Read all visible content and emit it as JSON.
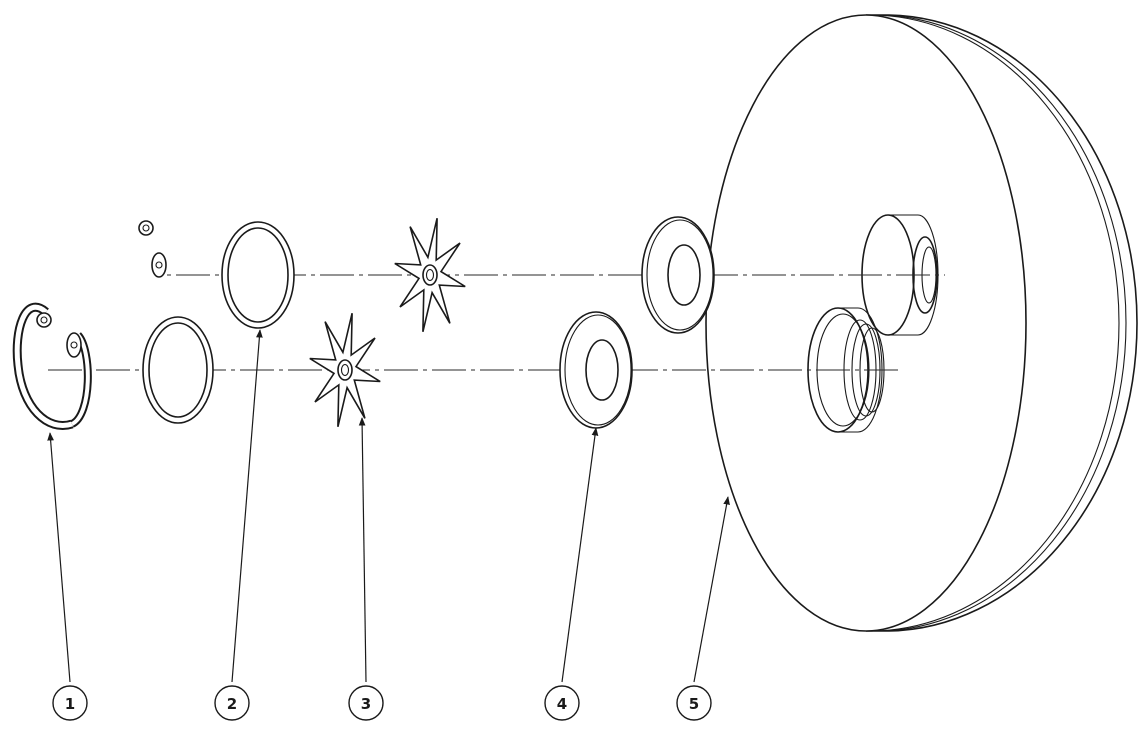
{
  "diagram": {
    "colors": {
      "line": "#1a1a1a",
      "background": "#ffffff"
    },
    "balloons": [
      {
        "label": "1",
        "part": "retaining-ring"
      },
      {
        "label": "2",
        "part": "o-ring"
      },
      {
        "label": "3",
        "part": "star-spring"
      },
      {
        "label": "4",
        "part": "washer"
      },
      {
        "label": "5",
        "part": "housing-disc"
      }
    ]
  }
}
